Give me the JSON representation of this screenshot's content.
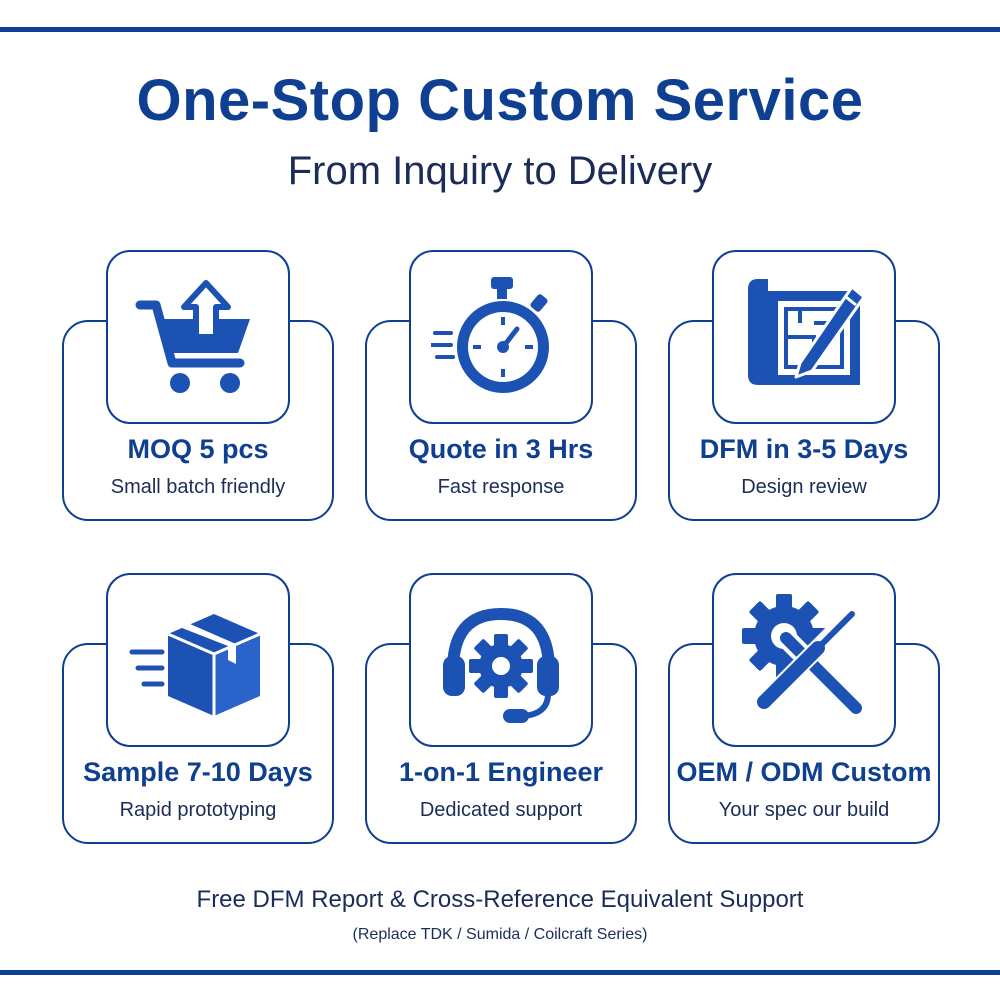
{
  "header": {
    "title": "One-Stop Custom Service",
    "subtitle": "From Inquiry to Delivery"
  },
  "features": [
    {
      "icon": "shopping-cart-icon",
      "label": "MOQ 5 pcs",
      "description": "Small batch friendly"
    },
    {
      "icon": "stopwatch-icon",
      "label": "Quote in 3 Hrs",
      "description": "Fast response"
    },
    {
      "icon": "blueprint-pencil-icon",
      "label": "DFM in 3-5 Days",
      "description": "Design review"
    },
    {
      "icon": "shipping-box-icon",
      "label": "Sample 7-10 Days",
      "description": "Rapid prototyping"
    },
    {
      "icon": "headset-gear-icon",
      "label": "1-on-1 Engineer",
      "description": "Dedicated support"
    },
    {
      "icon": "gear-tools-icon",
      "label": "OEM / ODM Custom",
      "description": "Your spec our build"
    }
  ],
  "footer": {
    "main": "Free DFM Report & Cross-Reference Equivalent Support",
    "sub": "(Replace TDK / Sumida / Coilcraft Series)"
  },
  "colors": {
    "brand": "#0e3f91",
    "text": "#1b2d57",
    "background": "#ffffff"
  }
}
